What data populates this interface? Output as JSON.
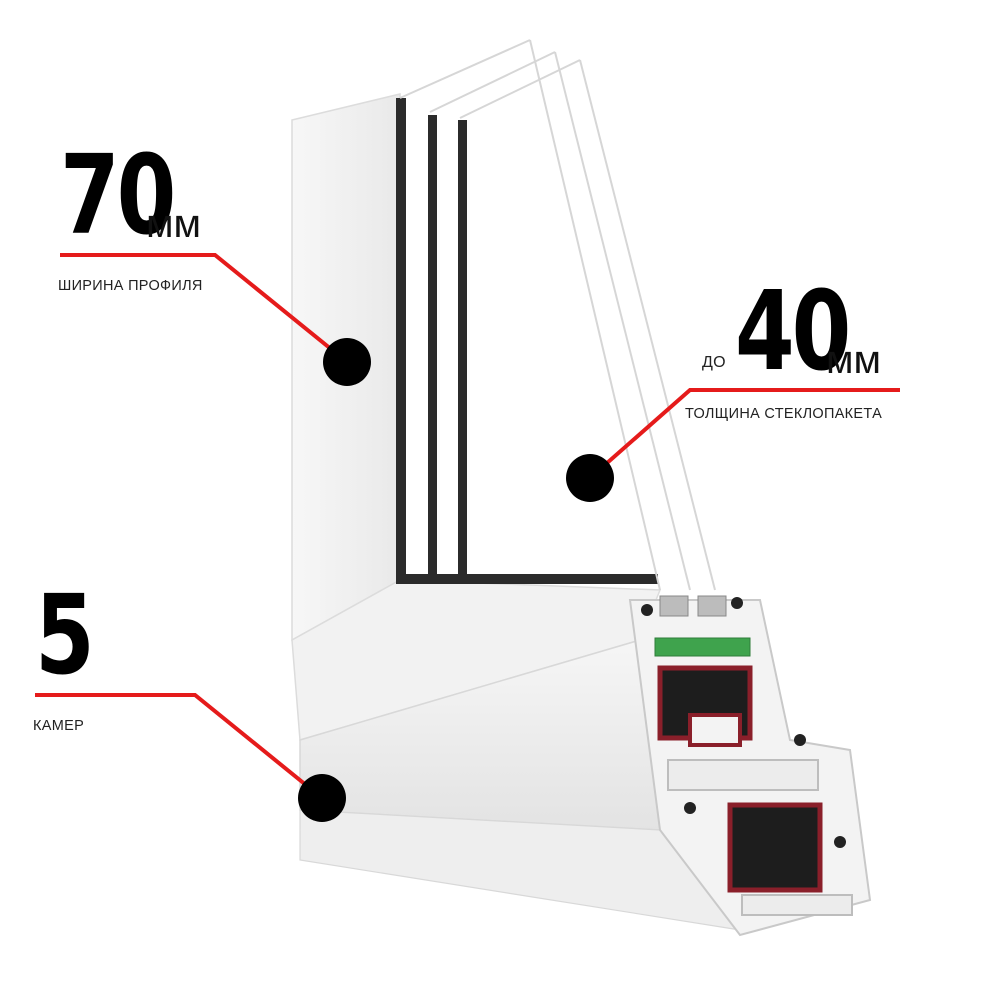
{
  "callouts": {
    "profile": {
      "value": "70",
      "unit": "мм",
      "label": "ширина профиля"
    },
    "glass": {
      "prefix": "до",
      "value": "40",
      "unit": "мм",
      "label": "толщина стеклопакета"
    },
    "chambers": {
      "value": "5",
      "label": "камер"
    }
  },
  "colors": {
    "leader": "#e51b1b",
    "marker": "#000000",
    "frame": "#f4f4f4",
    "gasket": "#8a1f2a",
    "seal": "#3fa34d"
  }
}
